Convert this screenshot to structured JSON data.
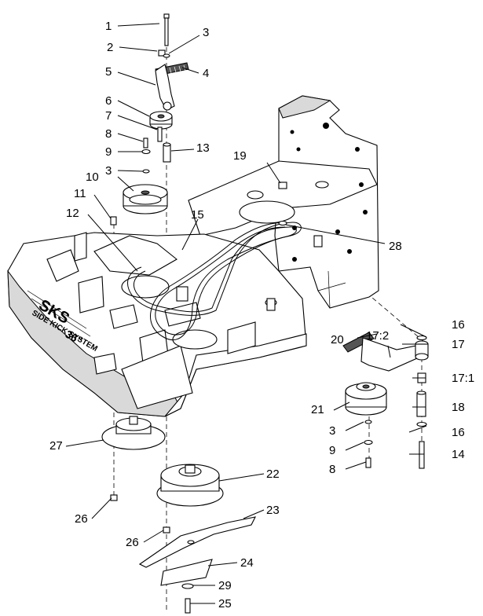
{
  "callouts": {
    "c1": "1",
    "c2": "2",
    "c3a": "3",
    "c4": "4",
    "c5": "5",
    "c6": "6",
    "c7": "7",
    "c8a": "8",
    "c9a": "9",
    "c3b": "3",
    "c10": "10",
    "c11": "11",
    "c12": "12",
    "c13": "13",
    "c15": "15",
    "c19": "19",
    "c28": "28",
    "c16a": "16",
    "c17": "17",
    "c17_2": "17:2",
    "c20": "20",
    "c17_1": "17:1",
    "c21": "21",
    "c18": "18",
    "c3c": "3",
    "c16b": "16",
    "c9b": "9",
    "c14": "14",
    "c8b": "8",
    "c27": "27",
    "c22": "22",
    "c26a": "26",
    "c23": "23",
    "c26b": "26",
    "c24": "24",
    "c29": "29",
    "c25": "25"
  },
  "deck_decal": {
    "brand": "SIDE KICK SYSTEM",
    "letters": "SKS",
    "size": "36\""
  }
}
